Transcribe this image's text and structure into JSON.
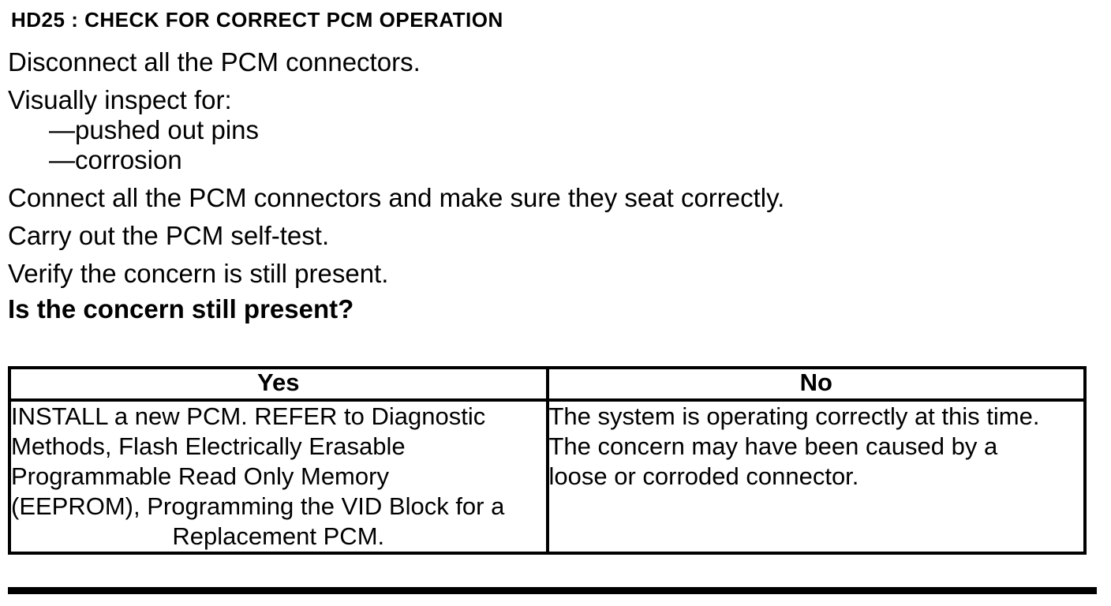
{
  "title": "HD25 : CHECK FOR CORRECT PCM OPERATION",
  "procedure": {
    "step_disconnect": "Disconnect all the PCM connectors.",
    "inspect_intro": "Visually inspect for:",
    "inspect_items": [
      "—pushed out pins",
      "—corrosion"
    ],
    "step_connect": "Connect all the PCM connectors and make sure they seat correctly.",
    "step_self_test": "Carry out the PCM self-test.",
    "step_verify": "Verify the concern is still present.",
    "question": "Is the concern still present?"
  },
  "results_table": {
    "headers": {
      "yes": "Yes",
      "no": "No"
    },
    "yes_lines": [
      "INSTALL a new PCM. REFER to Diagnostic",
      "Methods, Flash Electrically Erasable",
      "Programmable Read Only Memory",
      "(EEPROM), Programming the VID Block for a",
      "Replacement PCM."
    ],
    "no_lines": [
      "The system is operating correctly at this time.",
      "The concern may have been caused by a",
      "loose or corroded connector."
    ]
  },
  "colors": {
    "text": "#000000",
    "background": "#ffffff",
    "border": "#000000"
  }
}
